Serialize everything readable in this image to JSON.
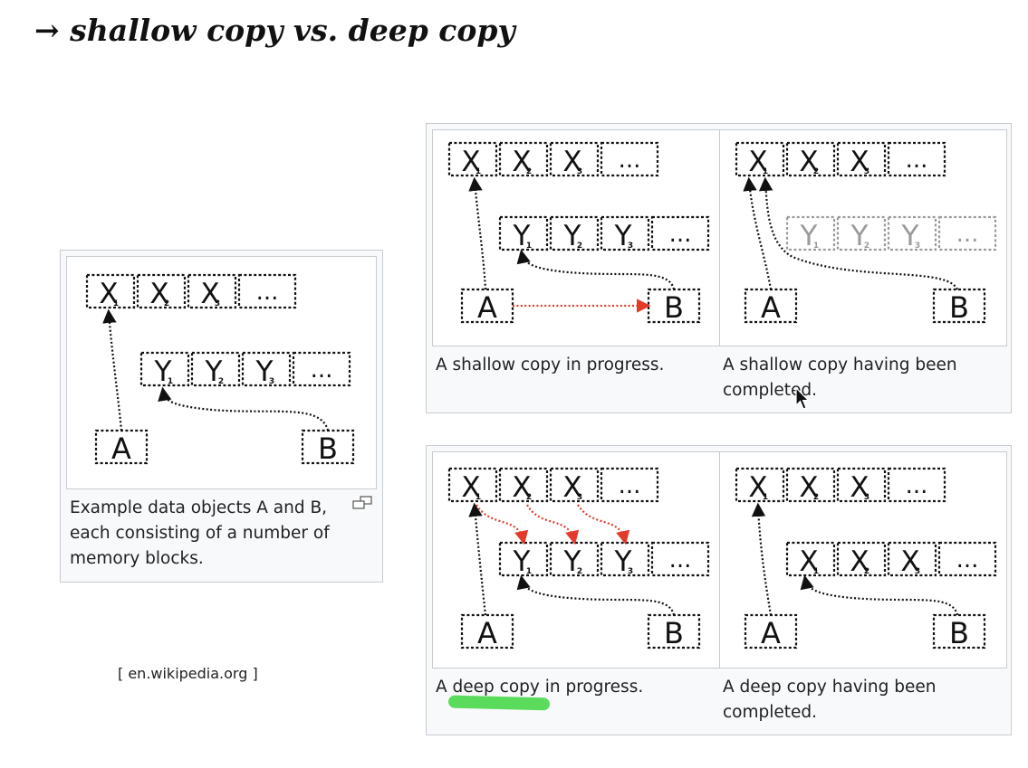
{
  "title": "→ shallow copy vs. deep copy",
  "source": "[ en.wikipedia.org ]",
  "captions": {
    "example": "Example data objects A and B, each consisting of a number of memory blocks.",
    "shallow_progress": "A shallow copy in progress.",
    "shallow_done": "A shallow copy having been completed.",
    "deep_progress": "A deep copy in progress.",
    "deep_done": "A deep copy having been completed."
  },
  "diagram": {
    "object_a": "A",
    "object_b": "B",
    "x_blocks": [
      {
        "letter": "X",
        "sub": "1"
      },
      {
        "letter": "X",
        "sub": "2"
      },
      {
        "letter": "X",
        "sub": "3"
      }
    ],
    "y_blocks": [
      {
        "letter": "Y",
        "sub": "1"
      },
      {
        "letter": "Y",
        "sub": "2"
      },
      {
        "letter": "Y",
        "sub": "3"
      }
    ],
    "ellipsis": "...",
    "pointer_color": "#111111",
    "copy_color": "#e23b2a",
    "faded_color": "#9a9a9a"
  },
  "icons": {
    "enlarge": "magnify-icon",
    "cursor": "mouse-cursor-icon"
  },
  "colors": {
    "frame_bg": "#f8f9fa",
    "border": "#c8ccd1",
    "highlight": "#3fd63f"
  }
}
